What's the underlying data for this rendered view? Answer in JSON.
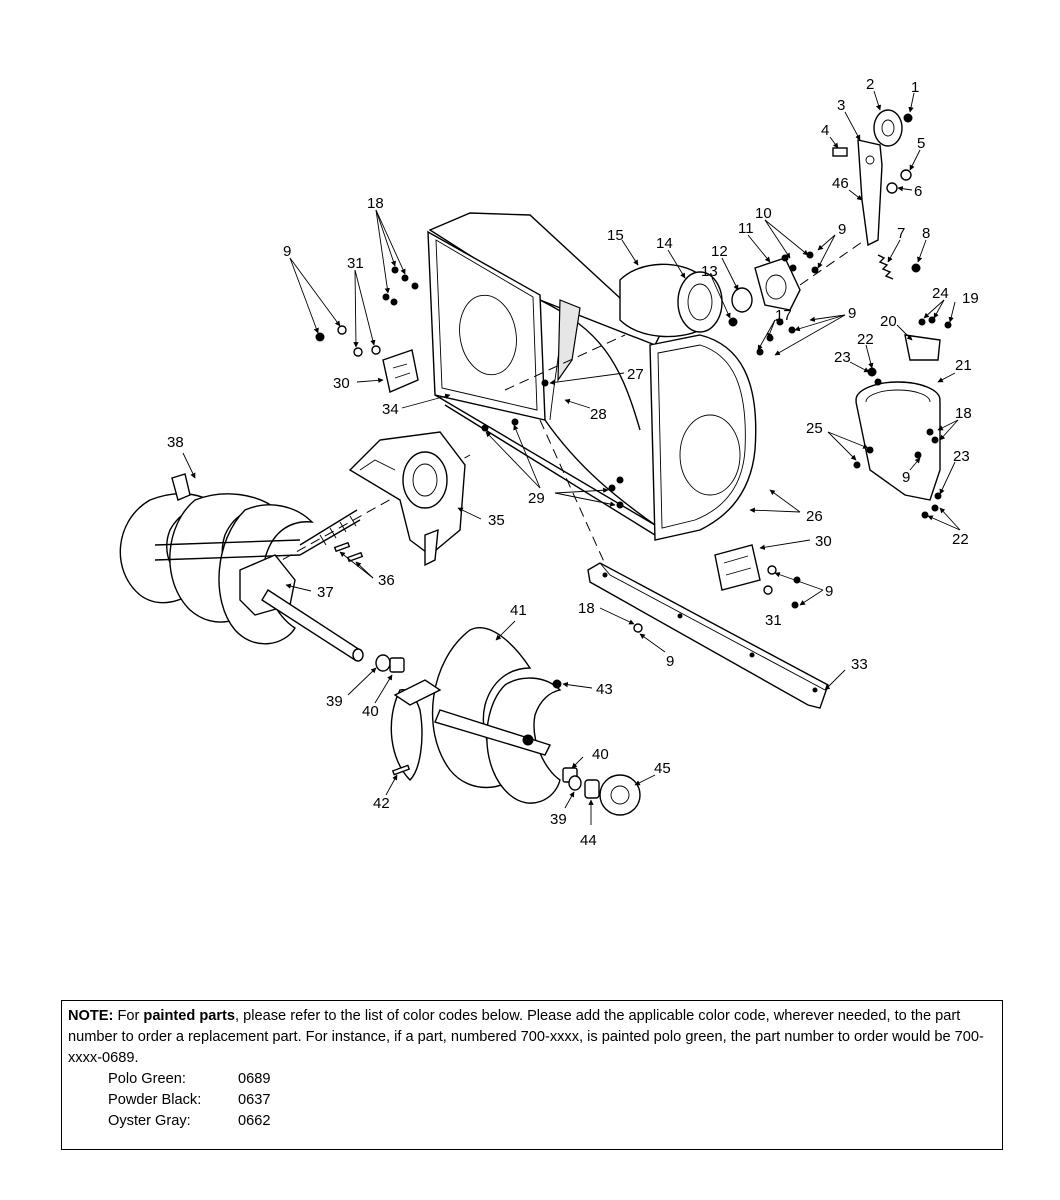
{
  "callouts": {
    "c1": "1",
    "c2": "2",
    "c3": "3",
    "c4": "4",
    "c5": "5",
    "c6": "6",
    "c7": "7",
    "c8": "8",
    "c9a": "9",
    "c9b": "9",
    "c9c": "9",
    "c9d": "9",
    "c9e": "9",
    "c9f": "9",
    "c10": "10",
    "c11": "11",
    "c12": "12",
    "c13": "13",
    "c14": "14",
    "c15": "15",
    "c17": "17",
    "c18a": "18",
    "c18b": "18",
    "c18c": "18",
    "c19": "19",
    "c20": "20",
    "c21": "21",
    "c22a": "22",
    "c22b": "22",
    "c23a": "23",
    "c23b": "23",
    "c24": "24",
    "c25": "25",
    "c26": "26",
    "c27": "27",
    "c28": "28",
    "c29": "29",
    "c30a": "30",
    "c30b": "30",
    "c31a": "31",
    "c31b": "31",
    "c33": "33",
    "c34": "34",
    "c35": "35",
    "c36": "36",
    "c37": "37",
    "c38": "38",
    "c39a": "39",
    "c39b": "39",
    "c40a": "40",
    "c40b": "40",
    "c41": "41",
    "c42": "42",
    "c43": "43",
    "c44": "44",
    "c45": "45",
    "c46": "46"
  },
  "note": {
    "label": "NOTE:",
    "text_1": " For ",
    "bold": "painted parts",
    "text_2": ", please refer to the list of color codes below. Please add the applicable color code, wherever needed, to the part number to order a replacement part. For instance, if a part, numbered 700-xxxx, is painted polo green, the part number to order would be 700-xxxx-0689.",
    "colors": [
      {
        "name": "Polo Green:",
        "code": "0689"
      },
      {
        "name": "Powder Black:",
        "code": "0637"
      },
      {
        "name": "Oyster Gray:",
        "code": "0662"
      }
    ]
  }
}
